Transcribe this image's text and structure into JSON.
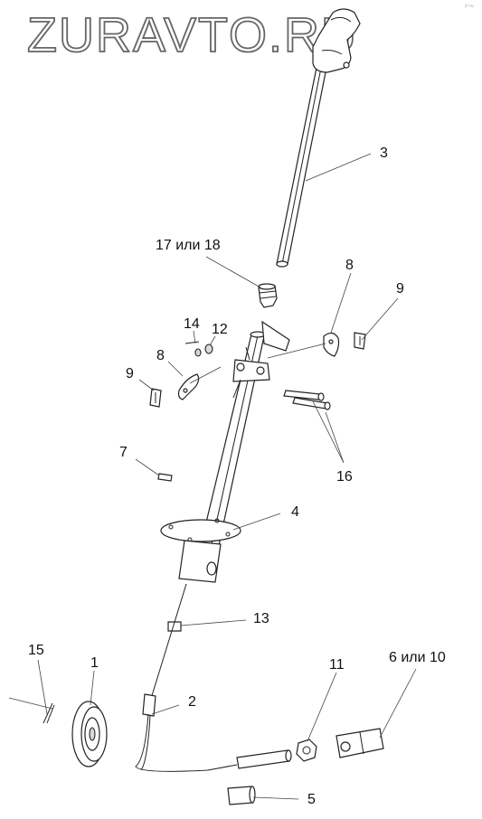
{
  "watermark": "ZURAVTO.RU",
  "corner_mark": "z°·ru",
  "callouts": {
    "c1": "1",
    "c2": "2",
    "c3": "3",
    "c4": "4",
    "c5": "5",
    "c6": "6 или 10",
    "c7": "7",
    "c8a": "8",
    "c8b": "8",
    "c9a": "9",
    "c9b": "9",
    "c11": "11",
    "c12": "12",
    "c13": "13",
    "c14": "14",
    "c15": "15",
    "c16": "16",
    "c17": "17 или 18"
  }
}
